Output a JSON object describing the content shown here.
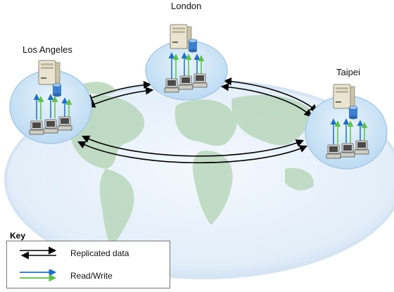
{
  "sites": {
    "london": {
      "label": "London"
    },
    "los_angeles": {
      "label": "Los Angeles"
    },
    "taipei": {
      "label": "Taipei"
    }
  },
  "key": {
    "title": "Key",
    "replicated_label": "Replicated data",
    "readwrite_label": "Read/Write"
  },
  "colors": {
    "ocean": "#e6f0fb",
    "land": "#b9d7bb",
    "site_bubble": "#c9e3f7",
    "replication_arrow": "#000000",
    "read_arrow": "#1f6fc6",
    "write_arrow": "#5cc04a",
    "database": "#3d7fd0"
  },
  "icons": {
    "server": "server-icon",
    "database": "database-icon",
    "client": "workstation-icon"
  }
}
